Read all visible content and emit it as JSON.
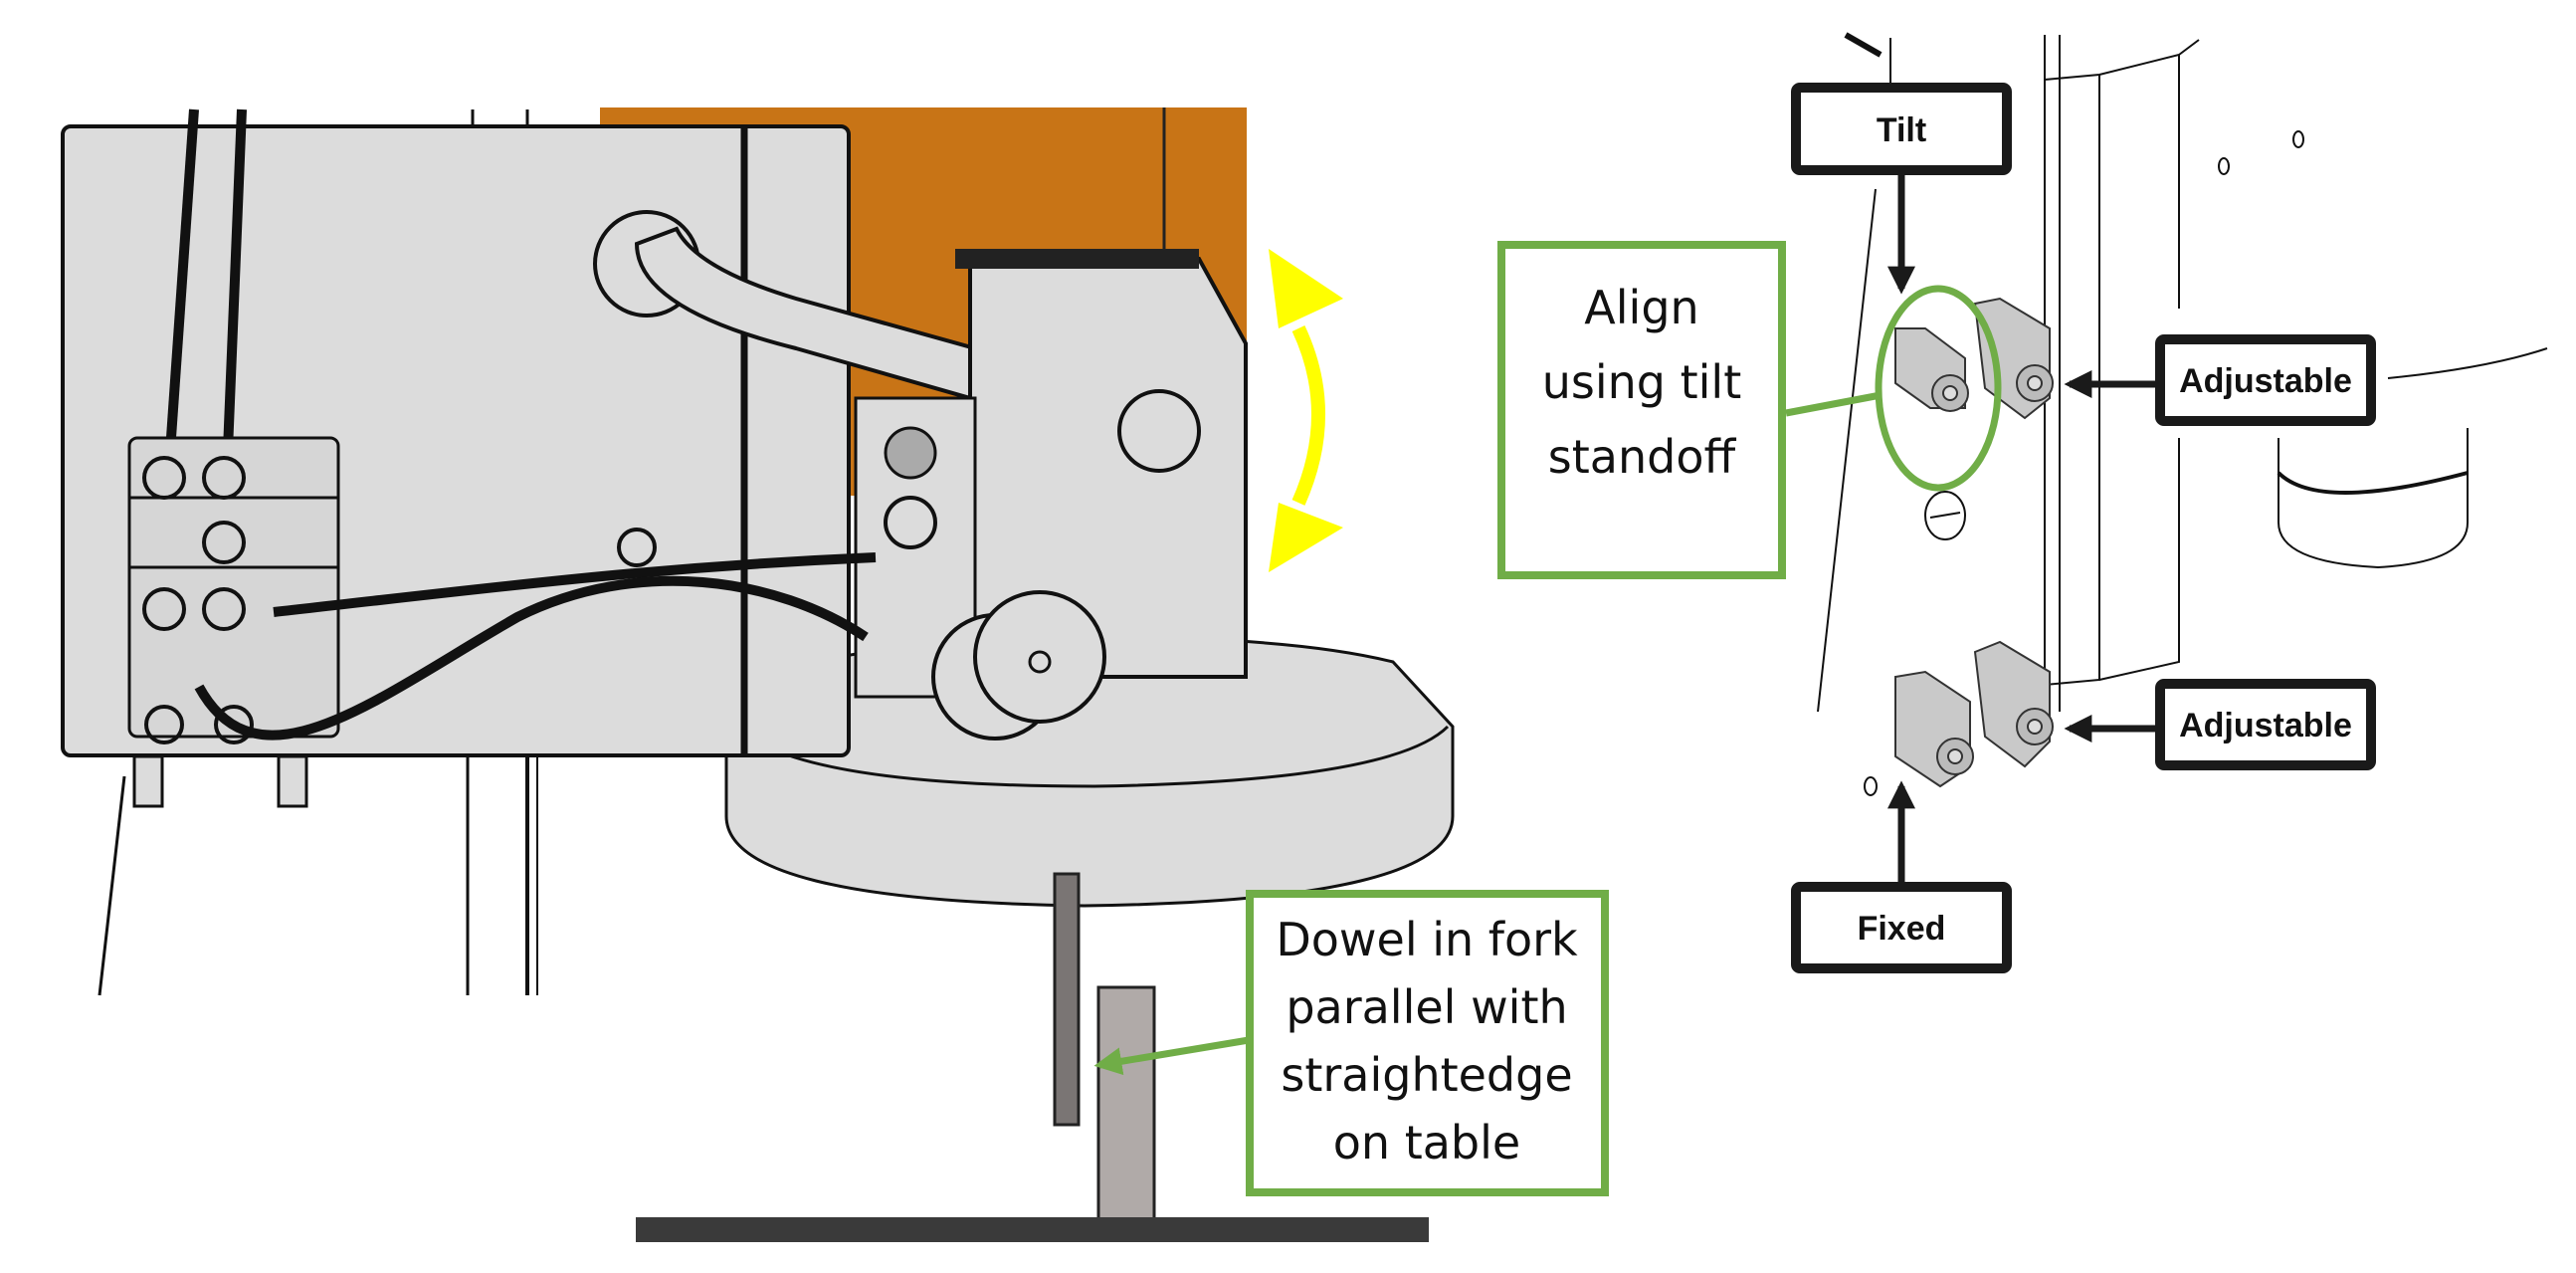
{
  "callouts": {
    "dowel": [
      "Dowel in fork",
      "parallel with",
      "straightedge",
      "on table"
    ],
    "align": [
      "Align",
      "using tilt",
      "standoff"
    ]
  },
  "labels": {
    "tilt": "Tilt",
    "adjustable_top": "Adjustable",
    "adjustable_bottom": "Adjustable",
    "fixed": "Fixed"
  },
  "colors": {
    "callout_border": "#70ad47",
    "label_border": "#1a1a1a",
    "machine_body": "#dcdcdc",
    "orange_panel": "#c87416",
    "tilt_arrow": "#ffff00",
    "dowel": "#7a7574",
    "straightedge": "#b0aaa8",
    "table": "#3a3a3a"
  }
}
